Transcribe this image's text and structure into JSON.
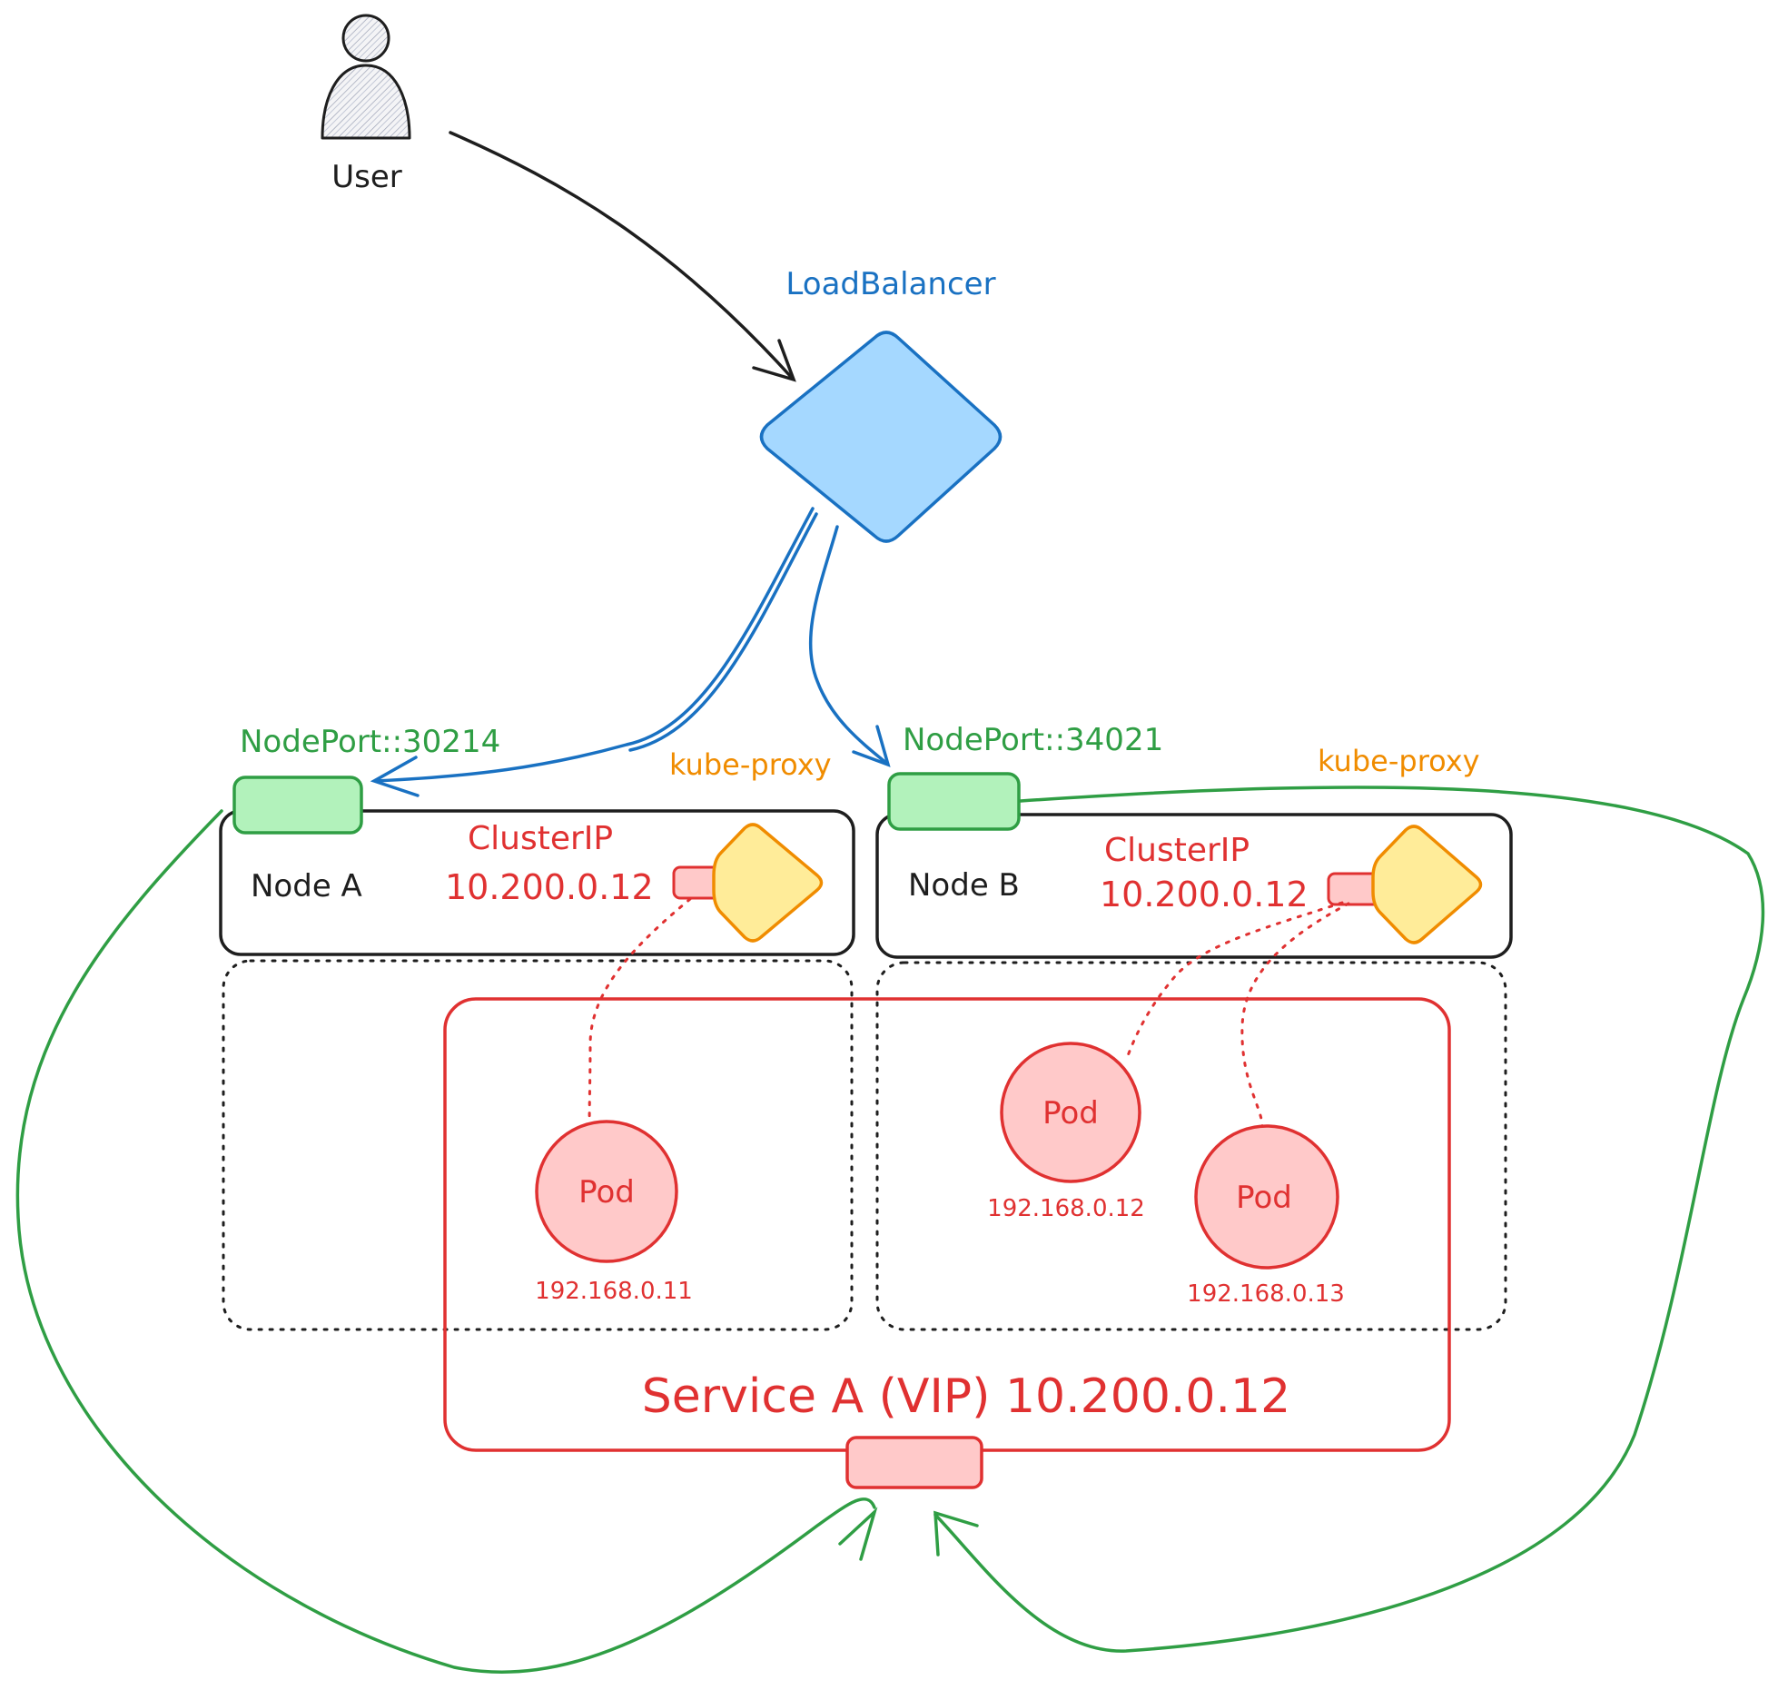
{
  "colors": {
    "black": "#1e1e1e",
    "blue": "#1971c2",
    "blue_fill": "#a5d8ff",
    "green": "#2f9e44",
    "green_fill": "#b2f2bb",
    "red": "#e03131",
    "red_fill": "#ffc9c9",
    "orange": "#f08c00",
    "yellow_fill": "#ffec99"
  },
  "user": {
    "label": "User"
  },
  "load_balancer": {
    "label": "LoadBalancer"
  },
  "node_a": {
    "label": "Node A",
    "nodeport_label": "NodePort::30214",
    "kube_proxy_label": "kube-proxy",
    "clusterip_label": "ClusterIP",
    "clusterip_value": "10.200.0.12"
  },
  "node_b": {
    "label": "Node B",
    "nodeport_label": "NodePort::34021",
    "kube_proxy_label": "kube-proxy",
    "clusterip_label": "ClusterIP",
    "clusterip_value": "10.200.0.12"
  },
  "pods": [
    {
      "label": "Pod",
      "ip": "192.168.0.11"
    },
    {
      "label": "Pod",
      "ip": "192.168.0.12"
    },
    {
      "label": "Pod",
      "ip": "192.168.0.13"
    }
  ],
  "service": {
    "label": "Service A (VIP) 10.200.0.12"
  }
}
